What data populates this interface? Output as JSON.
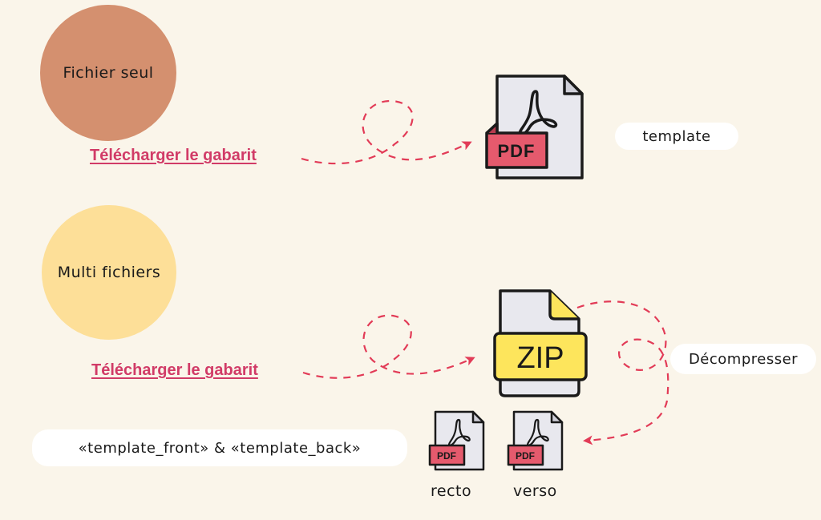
{
  "colors": {
    "background": "#faf5ea",
    "circle_single": "#d4906f",
    "circle_multi": "#fddf98",
    "link": "#d13b67",
    "arrow": "#e23b57",
    "pdf_badge": "#e55a6d",
    "zip_badge": "#fde55c",
    "document": "#e8e8ee"
  },
  "single": {
    "circle_label": "Fichier seul",
    "download_link": "Télécharger le gabarit",
    "file_icon": "pdf-file-icon",
    "file_badge": "PDF",
    "pill_label": "template"
  },
  "multi": {
    "circle_label": "Multi fichiers",
    "download_link": "Télécharger le gabarit",
    "archive_icon": "zip-file-icon",
    "archive_badge": "ZIP",
    "decompress_label": "Décompresser",
    "files_pill": "«template_front» & «template_back»",
    "recto_badge": "PDF",
    "verso_badge": "PDF",
    "recto_label": "recto",
    "verso_label": "verso"
  }
}
